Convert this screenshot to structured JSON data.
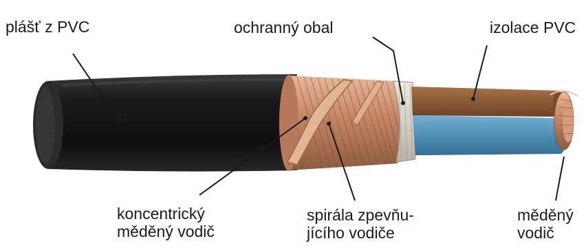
{
  "labels": {
    "outer_sheath": "plášť z PVC",
    "protective_wrap": "ochranný obal",
    "pvc_insulation": "izolace PVC",
    "concentric_conductor_line1": "koncentrický",
    "concentric_conductor_line2": "měděný vodič",
    "reinforcing_spiral_line1": "spirála zpevňu-",
    "reinforcing_spiral_line2": "jícího vodiče",
    "copper_conductor_line1": "měděný",
    "copper_conductor_line2": "vodič"
  },
  "colors": {
    "sheath": "#171717",
    "copper": "#c98a6a",
    "brown_insulation": "#8a5a36",
    "blue_insulation": "#4f8fb6",
    "wrap": "#d9d5cc",
    "leader_lines": "#1a1a1a"
  }
}
